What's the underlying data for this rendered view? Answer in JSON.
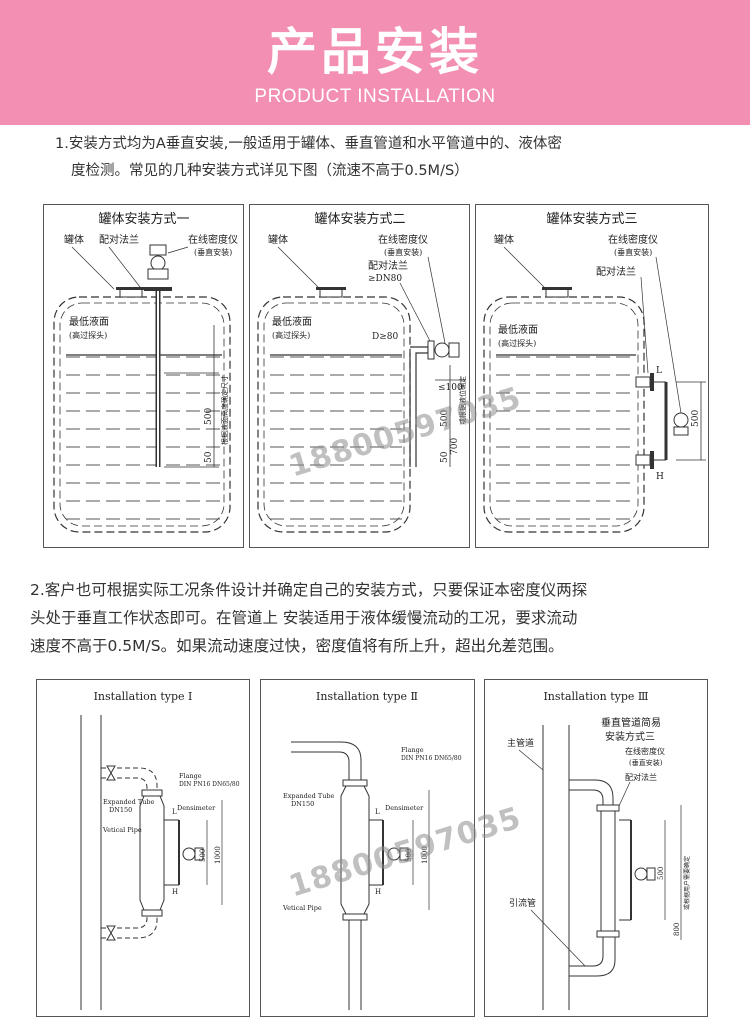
{
  "header": {
    "title": "产品安装",
    "subtitle": "PRODUCT INSTALLATION",
    "bg_color": "#f38fb2"
  },
  "intro": {
    "line1": "1.安装方式均为A垂直安装,一般适用于罐体、垂直管道和水平管道中的、液体密",
    "line2": "度检测。常见的几种安装方式详见下图（流速不高于0.5M/S）"
  },
  "tank_diagrams": [
    {
      "title": "罐体安装方式一",
      "tank": "罐体",
      "flange": "配对法兰",
      "meter": "在线密度仪",
      "meter_note": "(垂直安装)",
      "level": "最低液面",
      "level_note": "(高过探头)",
      "dim_500": "500",
      "dim_50": "50",
      "side_note": "根据液面高度确定尺寸"
    },
    {
      "title": "罐体安装方式二",
      "tank": "罐体",
      "meter": "在线密度仪",
      "meter_note": "(垂直安装)",
      "flange": "配对法兰",
      "dn": "≥DN80",
      "level": "最低液面",
      "level_note": "(高过探头)",
      "d_label": "D≥80",
      "dim_100": "≤100",
      "dim_500": "500",
      "dim_700": "700",
      "dim_50": "50",
      "side_note": "或根据液位确定"
    },
    {
      "title": "罐体安装方式三",
      "tank": "罐体",
      "meter": "在线密度仪",
      "meter_note": "(垂直安装)",
      "flange": "配对法兰",
      "level": "最低液面",
      "level_note": "(高过探头)",
      "mark_l": "L",
      "mark_h": "H",
      "dim_500": "500"
    }
  ],
  "note2": {
    "line1": "2.客户也可根据实际工况条件设计并确定自己的安装方式，只要保证本密度仪两探",
    "line2": "头处于垂直工作状态即可。在管道上 安装适用于液体缓慢流动的工况，要求流动",
    "line3": "速度不高于0.5M/S。如果流动速度过快，密度值将有所上升，超出允差范围。"
  },
  "pipe_diagrams": [
    {
      "title": "Installation type Ⅰ",
      "flange": "Flange",
      "flange_std": "DIN PN16 DN65/80",
      "expanded": "Expanded Tube",
      "expanded_dn": "DN150",
      "densimeter": "Densimeter",
      "vertical": "Vetical Pipe",
      "mark_l": "L",
      "mark_h": "H",
      "dim_500": "500",
      "dim_1000": "1000"
    },
    {
      "title": "Installation type Ⅱ",
      "flange": "Flange",
      "flange_std": "DIN PN16 DN65/80",
      "expanded": "Expanded Tube",
      "expanded_dn": "DN150",
      "densimeter": "Densimeter",
      "vertical": "Vetical Pipe",
      "mark_l": "L",
      "mark_h": "H",
      "dim_500": "500",
      "dim_1000": "1000"
    },
    {
      "title": "Installation type Ⅲ",
      "main_pipe": "主管道",
      "subtitle1": "垂直管道简易",
      "subtitle2": "安装方式三",
      "meter": "在线密度仪",
      "meter_note": "(垂直安装)",
      "flange": "配对法兰",
      "bypass": "引流管",
      "dim_500": "500",
      "dim_800": "800",
      "side_note": "或根据用户需要确定"
    }
  ],
  "watermark": "18800597035"
}
